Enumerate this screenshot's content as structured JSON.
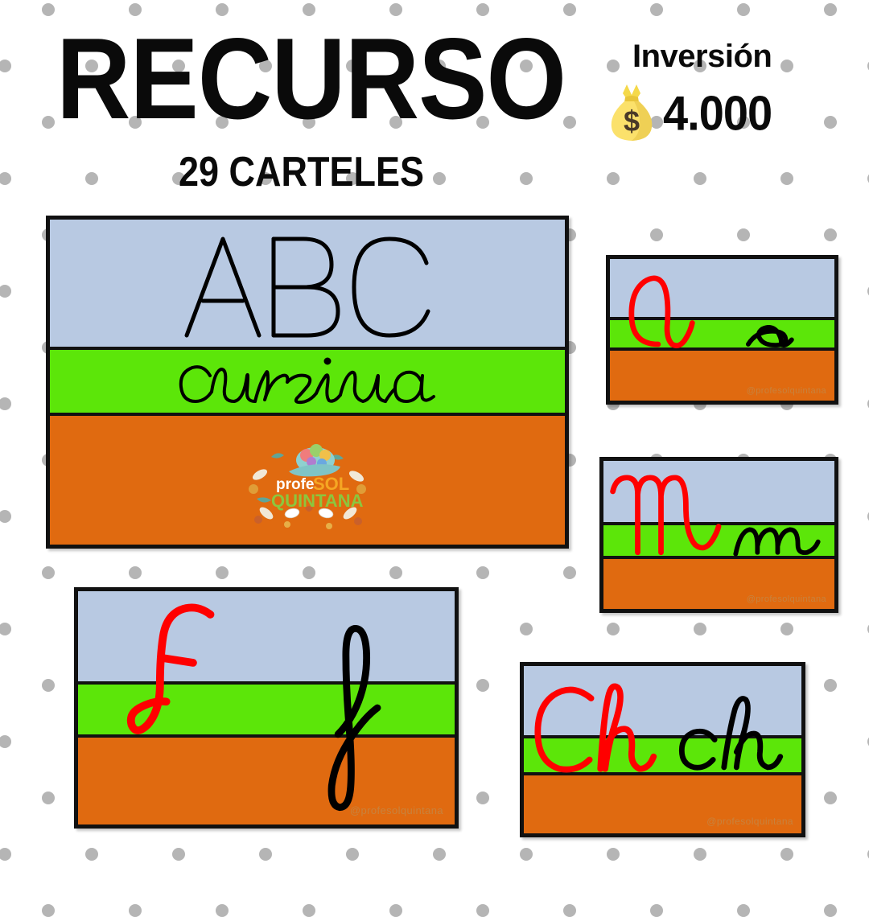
{
  "header": {
    "title": "RECURSO",
    "count_label": "29 CARTELES",
    "investment_label": "Inversión",
    "price": "4.000",
    "money_bag_icon": "money-bag-icon"
  },
  "theme": {
    "sky_band_color": "#b8c9e2",
    "grass_band_color": "#5ce609",
    "dirt_band_color": "#e06a10",
    "outline_color": "#111111",
    "uppercase_glyph_color": "#ff0000",
    "lowercase_glyph_color": "#000000",
    "dot_color": "#b5b5b5",
    "page_background": "#ffffff",
    "watermark_color": "#c8823d"
  },
  "main_card": {
    "top_text": "ABC",
    "middle_text": "cursiva",
    "logo": {
      "line1_part1": "profe",
      "line1_part2": "SOL",
      "line2": "QUINTANA",
      "icon": "profesol-quintana-logo"
    }
  },
  "letter_cards": [
    {
      "id": "a",
      "uppercase": "A",
      "lowercase": "a",
      "watermark": "@profesolquintana"
    },
    {
      "id": "m",
      "uppercase": "M",
      "lowercase": "m",
      "watermark": "@profesolquintana"
    },
    {
      "id": "f",
      "uppercase": "F",
      "lowercase": "f",
      "watermark": "@profesolquintana"
    },
    {
      "id": "ch",
      "uppercase": "Ch",
      "lowercase": "ch",
      "watermark": "@profesolquintana"
    }
  ]
}
